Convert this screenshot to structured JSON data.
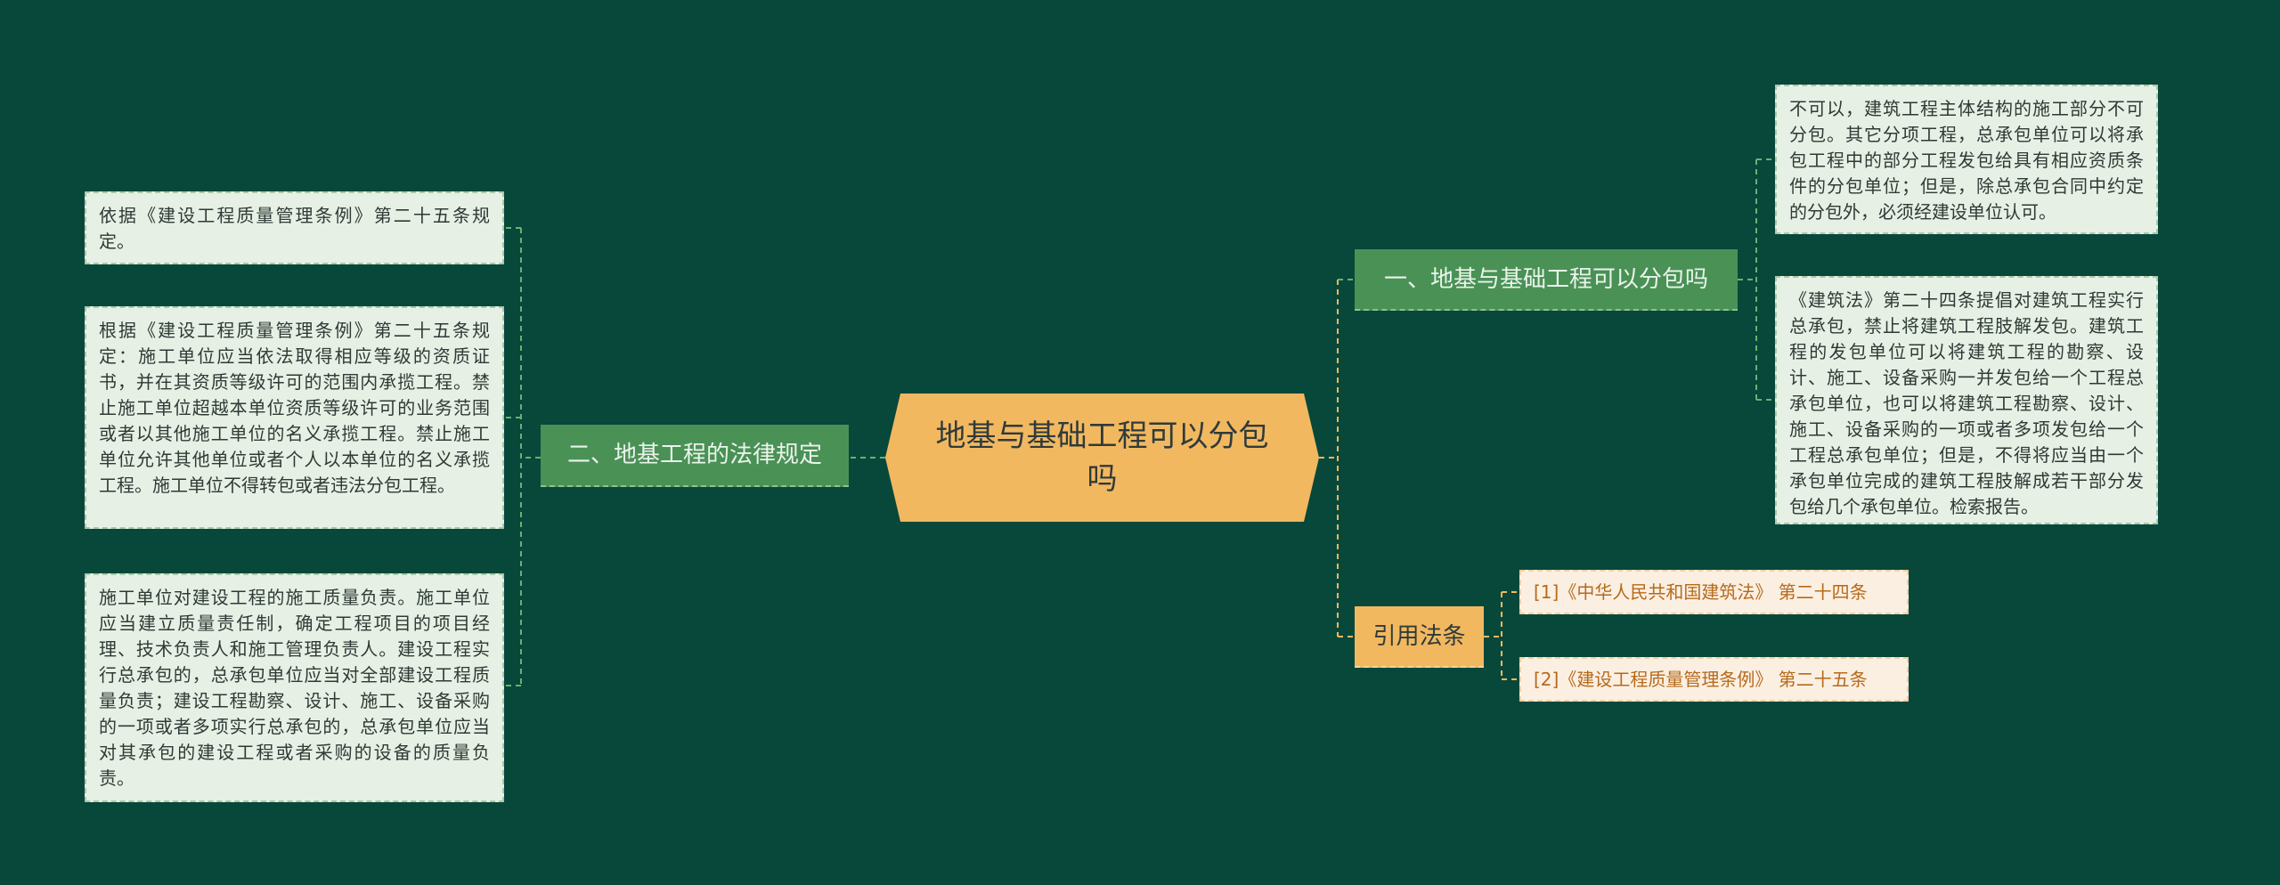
{
  "colors": {
    "background": "#07483a",
    "root_fill": "#f2b860",
    "branch_fill": "#4a9156",
    "leaf_fill": "#e7f0e4",
    "citation_text": "#b66a1b",
    "connector_green": "#6fae74",
    "connector_orange": "#f2b860"
  },
  "root": {
    "title": "地基与基础工程可以分包吗"
  },
  "branches": {
    "subcontract": {
      "label": "一、地基与基础工程可以分包吗",
      "notes": [
        "不可以，建筑工程主体结构的施工部分不可分包。其它分项工程，总承包单位可以将承包工程中的部分工程发包给具有相应资质条件的分包单位；但是，除总承包合同中约定的分包外，必须经建设单位认可。",
        "《建筑法》第二十四条提倡对建筑工程实行总承包，禁止将建筑工程肢解发包。建筑工程的发包单位可以将建筑工程的勘察、设计、施工、设备采购一并发包给一个工程总承包单位，也可以将建筑工程勘察、设计、施工、设备采购的一项或者多项发包给一个工程总承包单位；但是，不得将应当由一个承包单位完成的建筑工程肢解成若干部分发包给几个承包单位。检索报告。"
      ]
    },
    "legal": {
      "label": "二、地基工程的法律规定",
      "notes": [
        "依据《建设工程质量管理条例》第二十五条规定。",
        "根据《建设工程质量管理条例》第二十五条规定：施工单位应当依法取得相应等级的资质证书，并在其资质等级许可的范围内承揽工程。禁止施工单位超越本单位资质等级许可的业务范围或者以其他施工单位的名义承揽工程。禁止施工单位允许其他单位或者个人以本单位的名义承揽工程。施工单位不得转包或者违法分包工程。",
        "施工单位对建设工程的施工质量负责。施工单位应当建立质量责任制，确定工程项目的项目经理、技术负责人和施工管理负责人。建设工程实行总承包的，总承包单位应当对全部建设工程质量负责；建设工程勘察、设计、施工、设备采购的一项或者多项实行总承包的，总承包单位应当对其承包的建设工程或者采购的设备的质量负责。"
      ]
    },
    "citations": {
      "label": "引用法条",
      "items": [
        "[1]《中华人民共和国建筑法》 第二十四条",
        "[2]《建设工程质量管理条例》 第二十五条"
      ]
    }
  }
}
